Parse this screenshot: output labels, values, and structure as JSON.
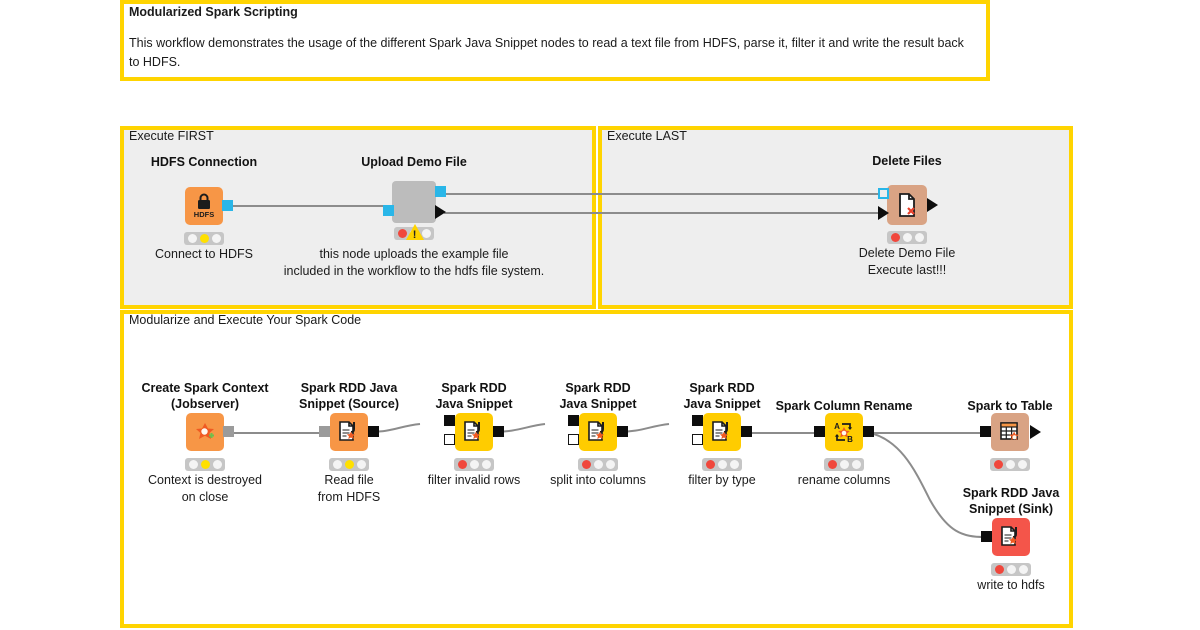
{
  "workflow": {
    "description_annotation": {
      "title": "Modularized Spark Scripting",
      "body": "This workflow demonstrates the usage of the different Spark Java Snippet nodes to read a text file from HDFS, parse it, filter it and write the result back to HDFS."
    },
    "frames": [
      {
        "name": "execute-first",
        "title": "Execute FIRST"
      },
      {
        "name": "execute-last",
        "title": "Execute LAST"
      },
      {
        "name": "modularize",
        "title": "Modularize and Execute Your Spark Code"
      }
    ],
    "nodes": [
      {
        "id": "hdfs-connection",
        "title": "HDFS Connection",
        "annotation": "Connect to HDFS",
        "icon": "lock-hdfs-icon",
        "icon_text": "HDFS",
        "color": "#F79646",
        "status": [
          "off",
          "yellow",
          "off"
        ]
      },
      {
        "id": "upload-demo-file",
        "title": "Upload Demo File",
        "annotation": "this node uploads the example file\nincluded in the workflow to the hdfs file system.",
        "icon": "missing-node-icon",
        "icon_text": "",
        "color": "#BCBCBC",
        "status": [
          "red",
          "warning",
          "off"
        ]
      },
      {
        "id": "delete-files",
        "title": "Delete Files",
        "annotation": "Delete Demo File\nExecute last!!!",
        "icon": "file-delete-icon",
        "icon_text": "",
        "color": "#D9A384",
        "status": [
          "red",
          "off",
          "off"
        ]
      },
      {
        "id": "create-spark-context",
        "title": "Create Spark Context\n(Jobserver)",
        "annotation": "Context is destroyed\non close",
        "icon": "spark-star-icon",
        "icon_text": "",
        "color": "#F79646",
        "status": [
          "off",
          "yellow",
          "off"
        ]
      },
      {
        "id": "spark-rdd-java-snippet-source",
        "title": "Spark RDD Java\nSnippet (Source)",
        "annotation": "Read file\nfrom HDFS",
        "icon": "java-snippet-icon",
        "icon_text": "",
        "color": "#F79646",
        "status": [
          "off",
          "yellow",
          "off"
        ]
      },
      {
        "id": "spark-rdd-java-snippet-filter-invalid",
        "title": "Spark RDD\nJava Snippet",
        "annotation": "filter invalid rows",
        "icon": "java-snippet-icon",
        "icon_text": "",
        "color": "#FFCC00",
        "status": [
          "red",
          "off",
          "off"
        ]
      },
      {
        "id": "spark-rdd-java-snippet-split",
        "title": "Spark RDD\nJava Snippet",
        "annotation": "split into columns",
        "icon": "java-snippet-icon",
        "icon_text": "",
        "color": "#FFCC00",
        "status": [
          "red",
          "off",
          "off"
        ]
      },
      {
        "id": "spark-rdd-java-snippet-filter-type",
        "title": "Spark RDD\nJava Snippet",
        "annotation": "filter by type",
        "icon": "java-snippet-icon",
        "icon_text": "",
        "color": "#FFCC00",
        "status": [
          "red",
          "off",
          "off"
        ]
      },
      {
        "id": "spark-column-rename",
        "title": "Spark Column Rename",
        "annotation": "rename columns",
        "icon": "column-rename-icon",
        "icon_text": "",
        "color": "#FFCC00",
        "status": [
          "red",
          "off",
          "off"
        ]
      },
      {
        "id": "spark-to-table",
        "title": "Spark to Table",
        "annotation": "",
        "icon": "table-icon",
        "icon_text": "",
        "color": "#D9A384",
        "status": [
          "red",
          "off",
          "off"
        ]
      },
      {
        "id": "spark-rdd-java-snippet-sink",
        "title": "Spark RDD Java\nSnippet (Sink)",
        "annotation": "write to hdfs",
        "icon": "java-snippet-icon",
        "icon_text": "",
        "color": "#F4554A",
        "status": [
          "red",
          "off",
          "off"
        ]
      }
    ],
    "colors": {
      "annotation_border": "#FFD400",
      "frame_background": "#eeeeee",
      "connection": "#8c8c8c",
      "port_cyan": "#29b6e8"
    }
  }
}
